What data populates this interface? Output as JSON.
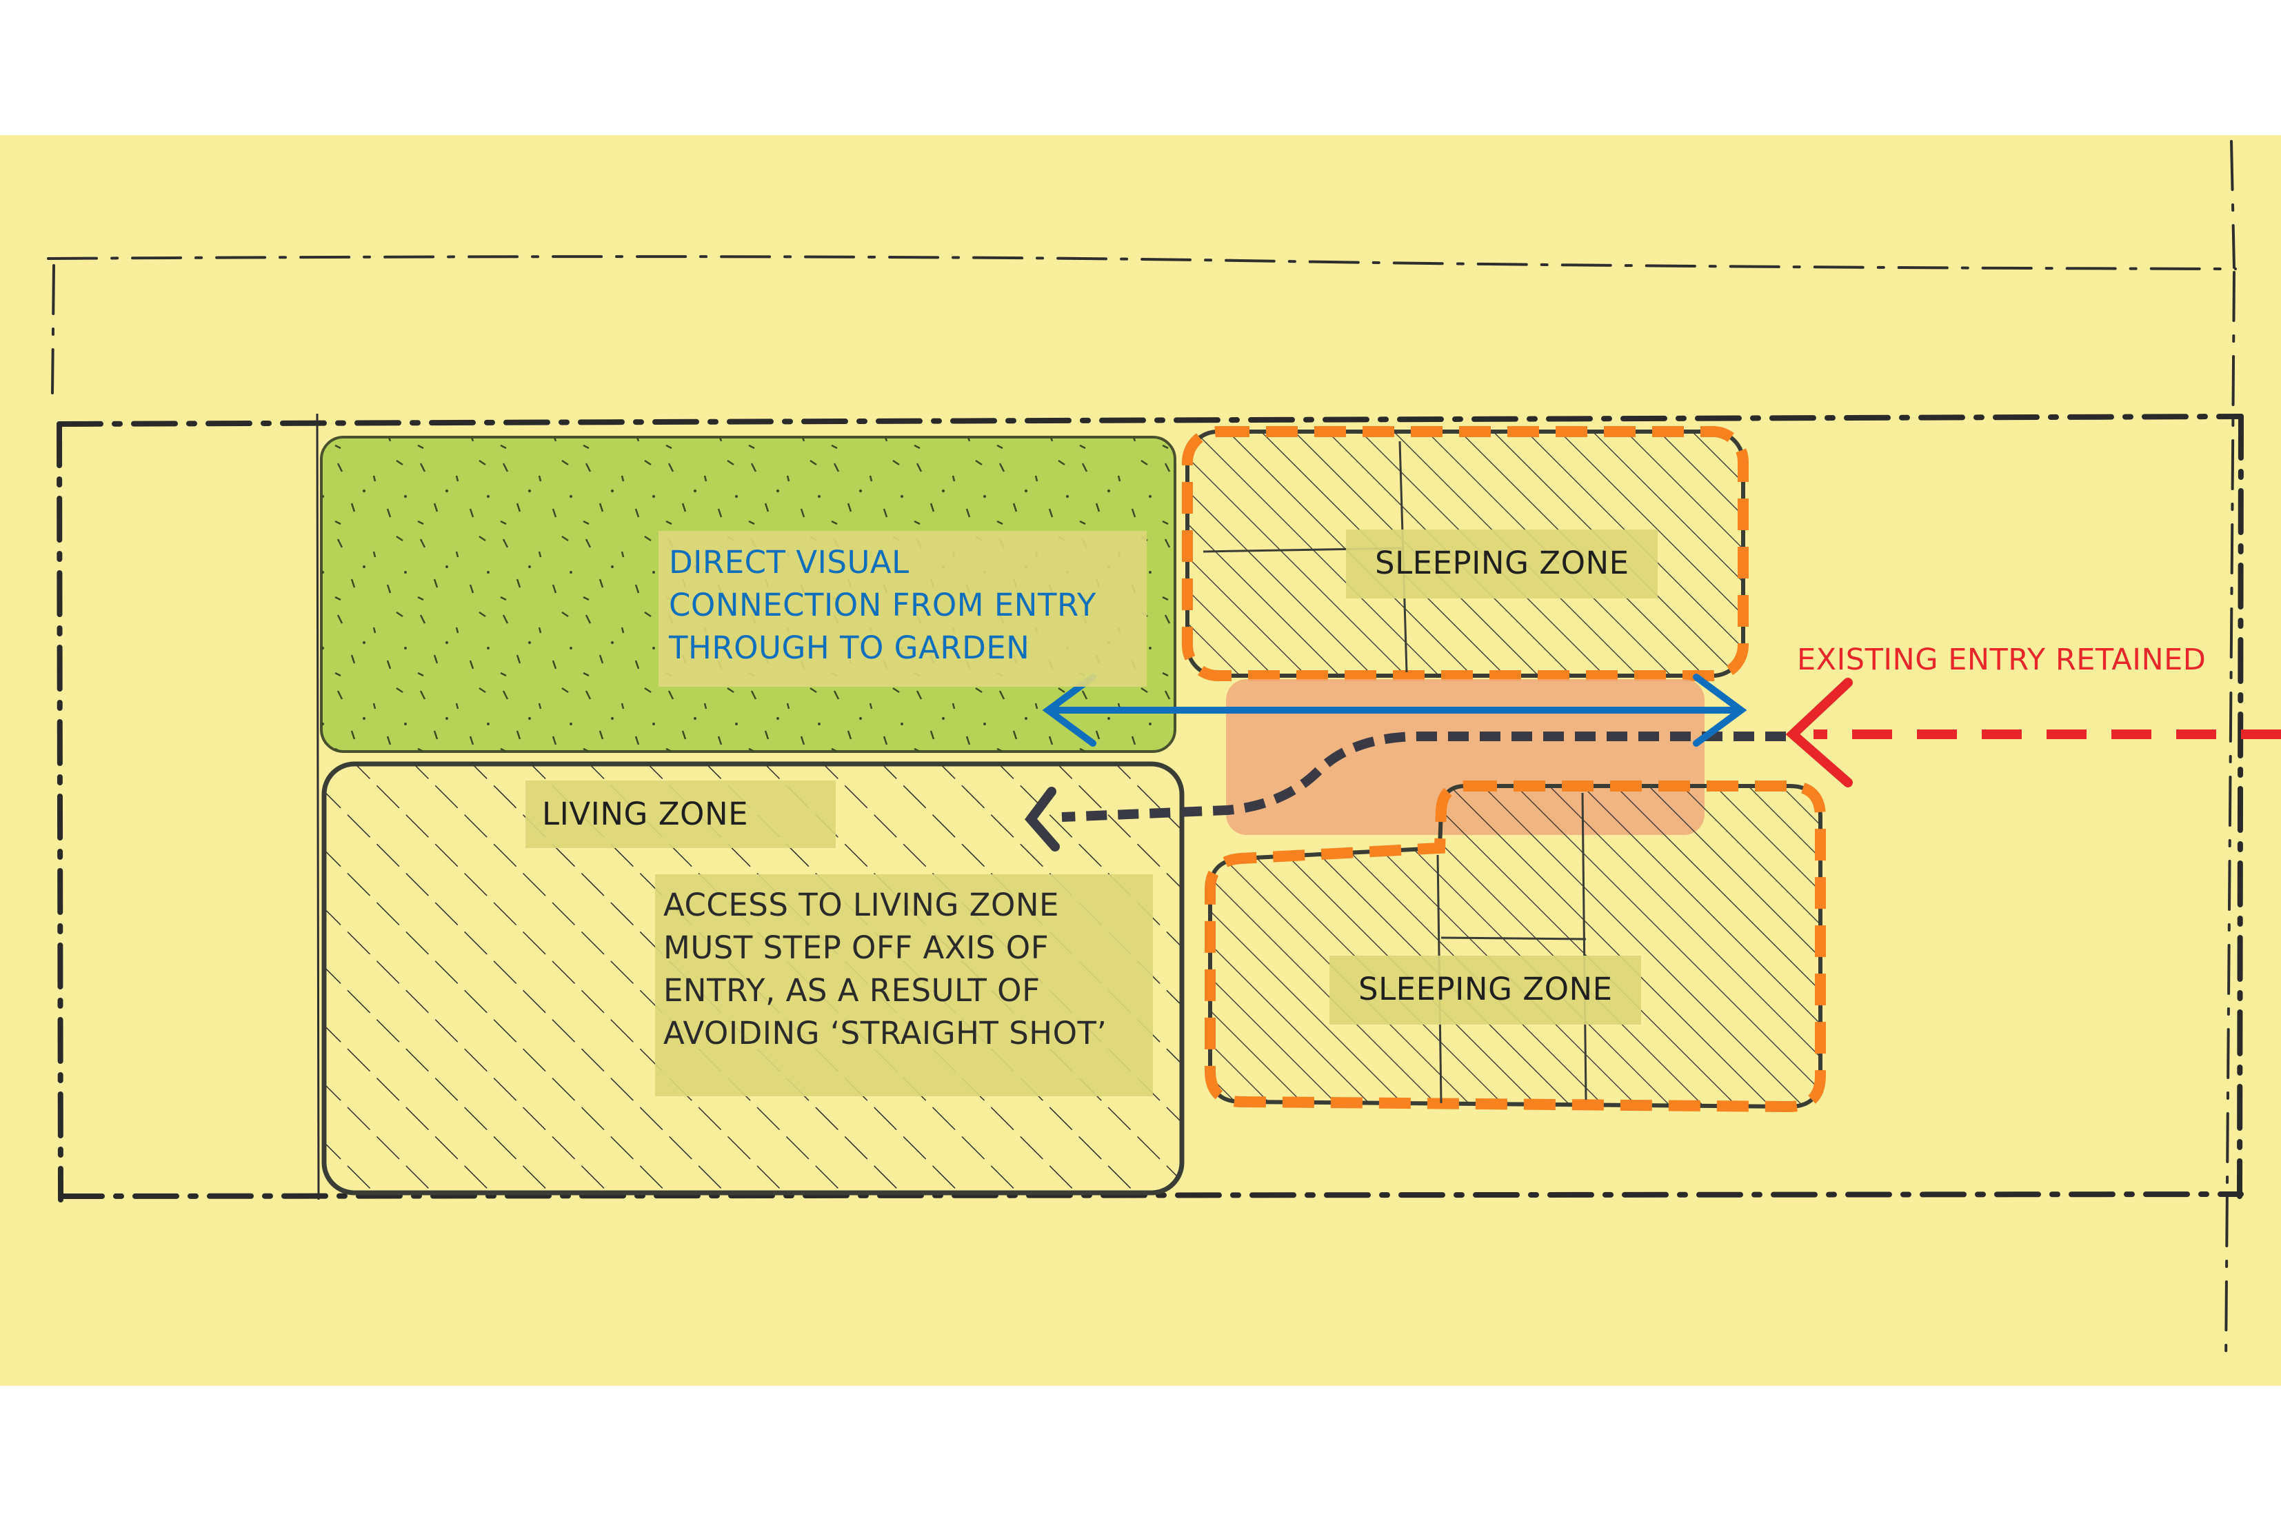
{
  "colors": {
    "paper": "#f8ee9c",
    "garden": "#b6d257",
    "label_panel": "#dcd77a",
    "ink": "#2e2e2e",
    "orange": "#f7821f",
    "entry_red": "#e8262a",
    "visual_blue": "#0f6fbd",
    "entry_fill": "#efaa7c",
    "path_dark": "#3a3a45"
  },
  "labels": {
    "visual_connection": [
      "DIRECT VISUAL",
      "CONNECTION FROM ENTRY",
      "THROUGH TO GARDEN"
    ],
    "sleeping_zone_top": "SLEEPING ZONE",
    "sleeping_zone_bottom": "SLEEPING ZONE",
    "living_zone": "LIVING ZONE",
    "access_note": [
      "ACCESS TO LIVING ZONE",
      "MUST STEP OFF AXIS OF",
      "ENTRY,  AS A RESULT OF",
      "AVOIDING ‘STRAIGHT SHOT’"
    ],
    "existing_entry": "EXISTING ENTRY RETAINED"
  }
}
